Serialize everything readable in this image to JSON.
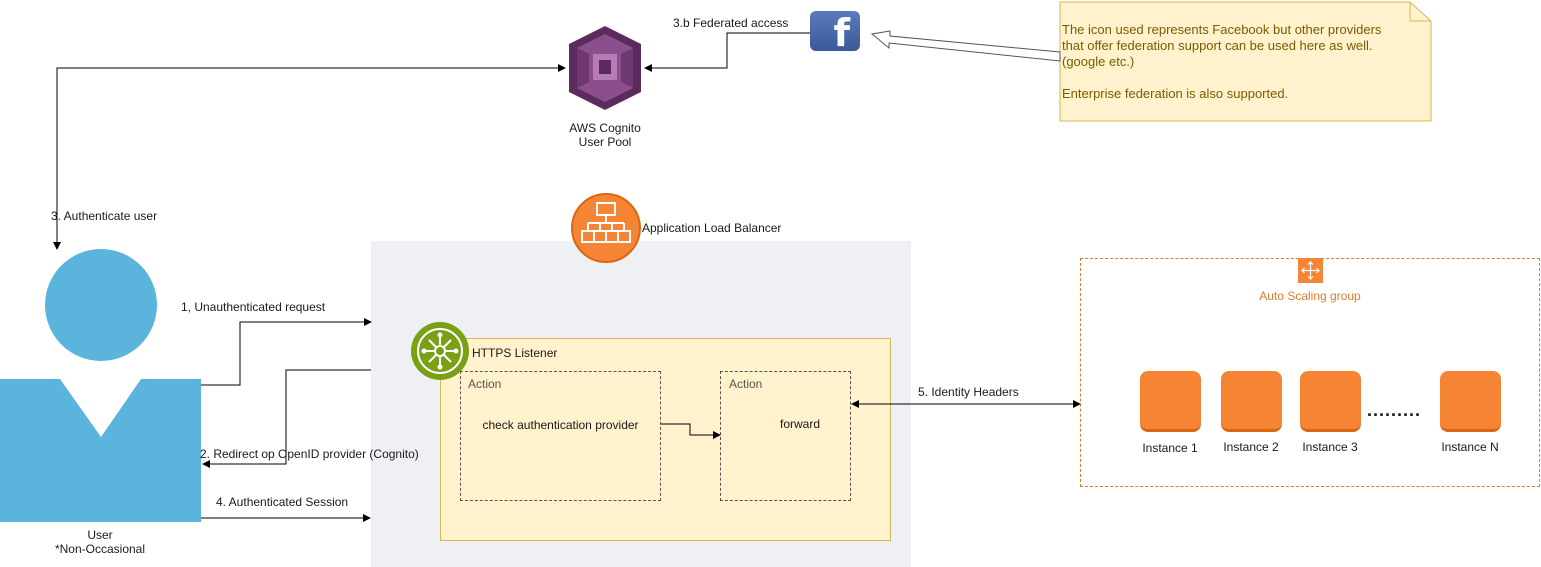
{
  "cognito": {
    "label_line1": "AWS Cognito",
    "label_line2": "User Pool"
  },
  "federated": {
    "label": "3.b Federated access",
    "icon": "facebook-icon"
  },
  "note": {
    "line1": "The icon used represents Facebook but other providers",
    "line2": "that offer federation support can be used here as well.",
    "line3": "(google etc.)",
    "line4": "Enterprise federation is also supported."
  },
  "user": {
    "label_line1": "User",
    "label_line2": "*Non-Occasional",
    "icon": "user-icon"
  },
  "steps": {
    "authenticate": "3. Authenticate user",
    "unauth_request": "1, Unauthenticated request",
    "redirect": "2. Redirect op OpenID provider (Cognito)",
    "auth_session": "4. Authenticated Session",
    "identity_headers": "5. Identity Headers"
  },
  "alb": {
    "label": "Application Load Balancer",
    "icon": "load-balancer-icon"
  },
  "listener": {
    "label": "HTTPS Listener",
    "icon": "listener-icon"
  },
  "actions": [
    {
      "title": "Action",
      "text": "check authentication provider"
    },
    {
      "title": "Action",
      "text": "forward"
    }
  ],
  "asg": {
    "label": "Auto Scaling group",
    "instances": [
      "Instance 1",
      "Instance 2",
      "Instance 3",
      "Instance N"
    ],
    "ellipsis": "........."
  },
  "colors": {
    "cognito": "#8C4F8D",
    "facebook": "#3B5998",
    "note_fill": "#FFF2CC",
    "note_border": "#D6B656",
    "user": "#5AB4DC",
    "alb": "#F58534",
    "alb_bg": "#EEF0F4",
    "listener_fill": "#FFF2CC",
    "listener_icon": "#7AA116",
    "asg": "#F58534"
  }
}
